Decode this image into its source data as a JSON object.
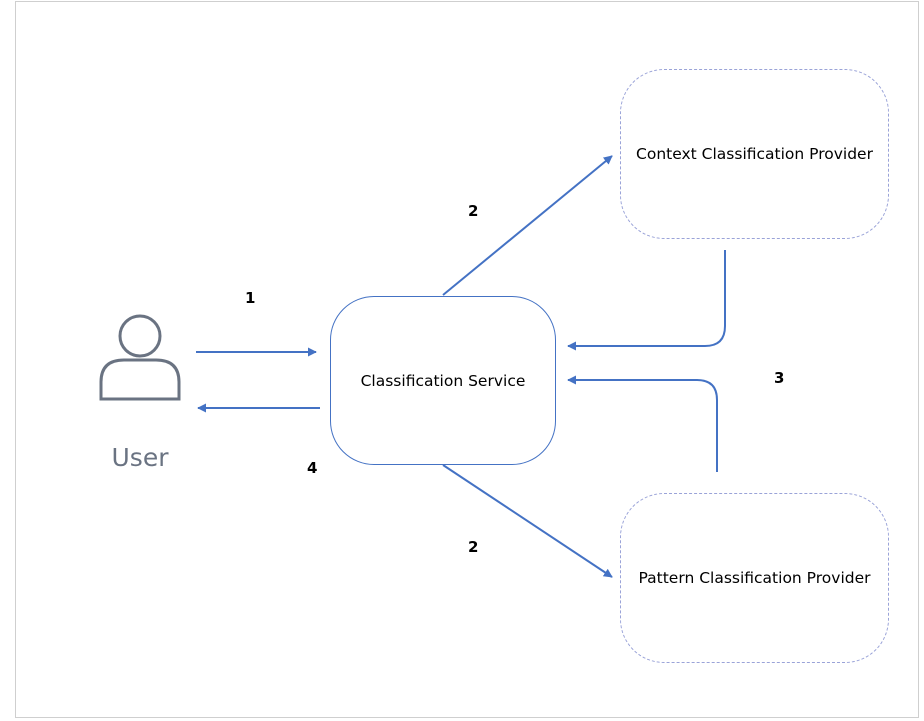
{
  "user": {
    "label": "User",
    "icon": "user-icon"
  },
  "service": {
    "label": "Classification Service"
  },
  "providers": {
    "context": {
      "label": "Context Classification Provider"
    },
    "pattern": {
      "label": "Pattern Classification Provider"
    }
  },
  "steps": {
    "s1": "1",
    "s2_top": "2",
    "s2_bottom": "2",
    "s3": "3",
    "s4": "4"
  },
  "colors": {
    "arrow": "#4472c4",
    "node_border": "#4472c4",
    "provider_border": "#9aa3d8",
    "user_icon": "#6a7382"
  }
}
